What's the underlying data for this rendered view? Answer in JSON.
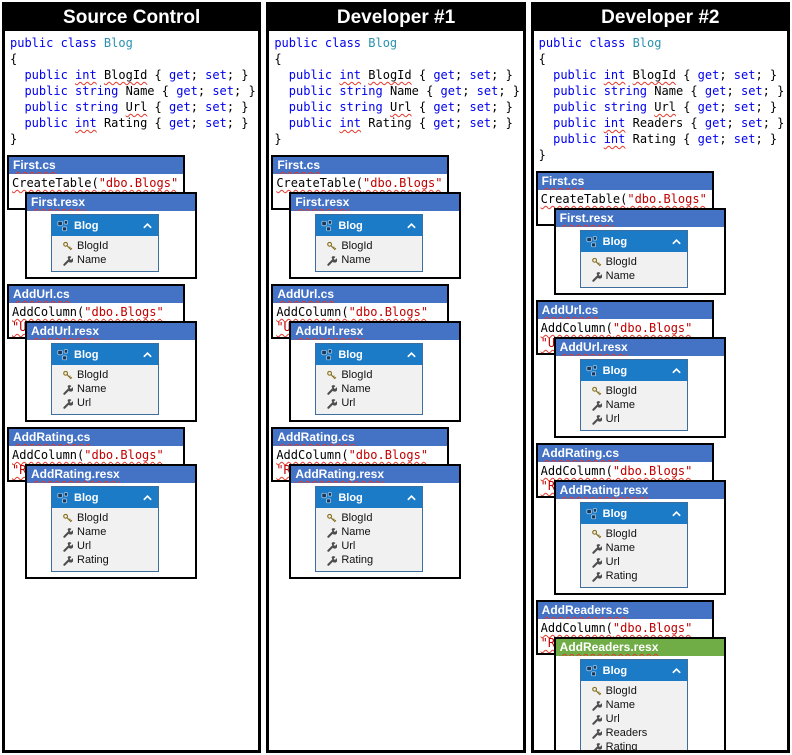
{
  "colors": {
    "header_bg": "#000000",
    "header_fg": "#ffffff",
    "window_bar_blue": "#4472c4",
    "window_bar_green": "#70ad47",
    "entity_header_blue": "#1b7bc7",
    "code_keyword": "#0000ee",
    "code_type": "#2b91af",
    "code_string": "#c00000",
    "squiggle": "#e5392b"
  },
  "icons": {
    "entity_header_icon": "entity-icon",
    "collapse_icon": "chevron-up-icon",
    "primary_key_icon": "key-icon",
    "property_icon": "wrench-icon"
  },
  "columns": [
    {
      "title": "Source Control",
      "code": [
        [
          {
            "s": "public class ",
            "c": "k"
          },
          {
            "s": "Blog",
            "c": "t"
          }
        ],
        [
          {
            "s": "{",
            "c": "p"
          }
        ],
        [
          {
            "s": "  public ",
            "c": "k"
          },
          {
            "s": "int",
            "c": "k w"
          },
          {
            "s": " ",
            "c": "p"
          },
          {
            "s": "BlogId",
            "c": "p w"
          },
          {
            "s": " { ",
            "c": "p"
          },
          {
            "s": "get",
            "c": "k"
          },
          {
            "s": "; ",
            "c": "p"
          },
          {
            "s": "set",
            "c": "k"
          },
          {
            "s": "; }",
            "c": "p"
          }
        ],
        [
          {
            "s": "  public ",
            "c": "k"
          },
          {
            "s": "string",
            "c": "k"
          },
          {
            "s": " Name { ",
            "c": "p"
          },
          {
            "s": "get",
            "c": "k"
          },
          {
            "s": "; ",
            "c": "p"
          },
          {
            "s": "set",
            "c": "k"
          },
          {
            "s": "; }",
            "c": "p"
          }
        ],
        [
          {
            "s": "  public ",
            "c": "k"
          },
          {
            "s": "string",
            "c": "k"
          },
          {
            "s": " ",
            "c": "p"
          },
          {
            "s": "Url",
            "c": "p w"
          },
          {
            "s": " { ",
            "c": "p"
          },
          {
            "s": "get",
            "c": "k"
          },
          {
            "s": "; ",
            "c": "p"
          },
          {
            "s": "set",
            "c": "k"
          },
          {
            "s": "; }",
            "c": "p"
          }
        ],
        [
          {
            "s": "  public ",
            "c": "k"
          },
          {
            "s": "int",
            "c": "k w"
          },
          {
            "s": " Rating { ",
            "c": "p"
          },
          {
            "s": "get",
            "c": "k"
          },
          {
            "s": "; ",
            "c": "p"
          },
          {
            "s": "set",
            "c": "k"
          },
          {
            "s": "; }",
            "c": "p"
          }
        ],
        [
          {
            "s": "}",
            "c": "p"
          }
        ]
      ],
      "migrations": [
        {
          "cs_file": "First.cs",
          "call": "CreateTable(",
          "arg": "\"dbo.Blogs\"",
          "line2": "",
          "resx_file": "First.resx",
          "resx_color": "blue",
          "entity": {
            "name": "Blog",
            "fields": [
              {
                "icon": "key",
                "name": "BlogId"
              },
              {
                "icon": "wrench",
                "name": "Name"
              }
            ]
          }
        },
        {
          "cs_file": "AddUrl.cs",
          "call": "AddColumn(",
          "arg": "\"dbo.Blogs\"",
          "line2": "\"U",
          "resx_file": "AddUrl.resx",
          "resx_color": "blue",
          "entity": {
            "name": "Blog",
            "fields": [
              {
                "icon": "key",
                "name": "BlogId"
              },
              {
                "icon": "wrench",
                "name": "Name"
              },
              {
                "icon": "wrench",
                "name": "Url"
              }
            ]
          }
        },
        {
          "cs_file": "AddRating.cs",
          "call": "AddColumn(",
          "arg": "\"dbo.Blogs\"",
          "line2": "\"R",
          "resx_file": "AddRating.resx",
          "resx_color": "blue",
          "entity": {
            "name": "Blog",
            "fields": [
              {
                "icon": "key",
                "name": "BlogId"
              },
              {
                "icon": "wrench",
                "name": "Name"
              },
              {
                "icon": "wrench",
                "name": "Url"
              },
              {
                "icon": "wrench",
                "name": "Rating"
              }
            ]
          }
        }
      ]
    },
    {
      "title": "Developer #1",
      "code": [
        [
          {
            "s": "public class ",
            "c": "k"
          },
          {
            "s": "Blog",
            "c": "t"
          }
        ],
        [
          {
            "s": "{",
            "c": "p"
          }
        ],
        [
          {
            "s": "  public ",
            "c": "k"
          },
          {
            "s": "int",
            "c": "k w"
          },
          {
            "s": " ",
            "c": "p"
          },
          {
            "s": "BlogId",
            "c": "p w"
          },
          {
            "s": " { ",
            "c": "p"
          },
          {
            "s": "get",
            "c": "k"
          },
          {
            "s": "; ",
            "c": "p"
          },
          {
            "s": "set",
            "c": "k"
          },
          {
            "s": "; }",
            "c": "p"
          }
        ],
        [
          {
            "s": "  public ",
            "c": "k"
          },
          {
            "s": "string",
            "c": "k"
          },
          {
            "s": " Name { ",
            "c": "p"
          },
          {
            "s": "get",
            "c": "k"
          },
          {
            "s": "; ",
            "c": "p"
          },
          {
            "s": "set",
            "c": "k"
          },
          {
            "s": "; }",
            "c": "p"
          }
        ],
        [
          {
            "s": "  public ",
            "c": "k"
          },
          {
            "s": "string",
            "c": "k"
          },
          {
            "s": " ",
            "c": "p"
          },
          {
            "s": "Url",
            "c": "p w"
          },
          {
            "s": " { ",
            "c": "p"
          },
          {
            "s": "get",
            "c": "k"
          },
          {
            "s": "; ",
            "c": "p"
          },
          {
            "s": "set",
            "c": "k"
          },
          {
            "s": "; }",
            "c": "p"
          }
        ],
        [
          {
            "s": "  public ",
            "c": "k"
          },
          {
            "s": "int",
            "c": "k w"
          },
          {
            "s": " Rating { ",
            "c": "p"
          },
          {
            "s": "get",
            "c": "k"
          },
          {
            "s": "; ",
            "c": "p"
          },
          {
            "s": "set",
            "c": "k"
          },
          {
            "s": "; }",
            "c": "p"
          }
        ],
        [
          {
            "s": "}",
            "c": "p"
          }
        ]
      ],
      "migrations": [
        {
          "cs_file": "First.cs",
          "call": "CreateTable(",
          "arg": "\"dbo.Blogs\"",
          "line2": "",
          "resx_file": "First.resx",
          "resx_color": "blue",
          "entity": {
            "name": "Blog",
            "fields": [
              {
                "icon": "key",
                "name": "BlogId"
              },
              {
                "icon": "wrench",
                "name": "Name"
              }
            ]
          }
        },
        {
          "cs_file": "AddUrl.cs",
          "call": "AddColumn(",
          "arg": "\"dbo.Blogs\"",
          "line2": "\"U",
          "resx_file": "AddUrl.resx",
          "resx_color": "blue",
          "entity": {
            "name": "Blog",
            "fields": [
              {
                "icon": "key",
                "name": "BlogId"
              },
              {
                "icon": "wrench",
                "name": "Name"
              },
              {
                "icon": "wrench",
                "name": "Url"
              }
            ]
          }
        },
        {
          "cs_file": "AddRating.cs",
          "call": "AddColumn(",
          "arg": "\"dbo.Blogs\"",
          "line2": "\"R",
          "resx_file": "AddRating.resx",
          "resx_color": "blue",
          "entity": {
            "name": "Blog",
            "fields": [
              {
                "icon": "key",
                "name": "BlogId"
              },
              {
                "icon": "wrench",
                "name": "Name"
              },
              {
                "icon": "wrench",
                "name": "Url"
              },
              {
                "icon": "wrench",
                "name": "Rating"
              }
            ]
          }
        }
      ]
    },
    {
      "title": "Developer #2",
      "code": [
        [
          {
            "s": "public class ",
            "c": "k"
          },
          {
            "s": "Blog",
            "c": "t"
          }
        ],
        [
          {
            "s": "{",
            "c": "p"
          }
        ],
        [
          {
            "s": "  public ",
            "c": "k"
          },
          {
            "s": "int",
            "c": "k w"
          },
          {
            "s": " ",
            "c": "p"
          },
          {
            "s": "BlogId",
            "c": "p w"
          },
          {
            "s": " { ",
            "c": "p"
          },
          {
            "s": "get",
            "c": "k"
          },
          {
            "s": "; ",
            "c": "p"
          },
          {
            "s": "set",
            "c": "k"
          },
          {
            "s": "; }",
            "c": "p"
          }
        ],
        [
          {
            "s": "  public ",
            "c": "k"
          },
          {
            "s": "string",
            "c": "k"
          },
          {
            "s": " Name { ",
            "c": "p"
          },
          {
            "s": "get",
            "c": "k"
          },
          {
            "s": "; ",
            "c": "p"
          },
          {
            "s": "set",
            "c": "k"
          },
          {
            "s": "; }",
            "c": "p"
          }
        ],
        [
          {
            "s": "  public ",
            "c": "k"
          },
          {
            "s": "string",
            "c": "k"
          },
          {
            "s": " ",
            "c": "p"
          },
          {
            "s": "Url",
            "c": "p w"
          },
          {
            "s": " { ",
            "c": "p"
          },
          {
            "s": "get",
            "c": "k"
          },
          {
            "s": "; ",
            "c": "p"
          },
          {
            "s": "set",
            "c": "k"
          },
          {
            "s": "; }",
            "c": "p"
          }
        ],
        [
          {
            "s": "  public ",
            "c": "k"
          },
          {
            "s": "int",
            "c": "k w"
          },
          {
            "s": " Readers { ",
            "c": "p"
          },
          {
            "s": "get",
            "c": "k"
          },
          {
            "s": "; ",
            "c": "p"
          },
          {
            "s": "set",
            "c": "k"
          },
          {
            "s": "; }",
            "c": "p"
          }
        ],
        [
          {
            "s": "  public ",
            "c": "k"
          },
          {
            "s": "int",
            "c": "k w"
          },
          {
            "s": " Rating { ",
            "c": "p"
          },
          {
            "s": "get",
            "c": "k"
          },
          {
            "s": "; ",
            "c": "p"
          },
          {
            "s": "set",
            "c": "k"
          },
          {
            "s": "; }",
            "c": "p"
          }
        ],
        [
          {
            "s": "}",
            "c": "p"
          }
        ]
      ],
      "migrations": [
        {
          "cs_file": "First.cs",
          "call": "CreateTable(",
          "arg": "\"dbo.Blogs\"",
          "line2": "",
          "resx_file": "First.resx",
          "resx_color": "blue",
          "entity": {
            "name": "Blog",
            "fields": [
              {
                "icon": "key",
                "name": "BlogId"
              },
              {
                "icon": "wrench",
                "name": "Name"
              }
            ]
          }
        },
        {
          "cs_file": "AddUrl.cs",
          "call": "AddColumn(",
          "arg": "\"dbo.Blogs\"",
          "line2": "\"U",
          "resx_file": "AddUrl.resx",
          "resx_color": "blue",
          "entity": {
            "name": "Blog",
            "fields": [
              {
                "icon": "key",
                "name": "BlogId"
              },
              {
                "icon": "wrench",
                "name": "Name"
              },
              {
                "icon": "wrench",
                "name": "Url"
              }
            ]
          }
        },
        {
          "cs_file": "AddRating.cs",
          "call": "AddColumn(",
          "arg": "\"dbo.Blogs\"",
          "line2": "\"R",
          "resx_file": "AddRating.resx",
          "resx_color": "blue",
          "entity": {
            "name": "Blog",
            "fields": [
              {
                "icon": "key",
                "name": "BlogId"
              },
              {
                "icon": "wrench",
                "name": "Name"
              },
              {
                "icon": "wrench",
                "name": "Url"
              },
              {
                "icon": "wrench",
                "name": "Rating"
              }
            ]
          }
        },
        {
          "cs_file": "AddReaders.cs",
          "call": "AddColumn(",
          "arg": "\"dbo.Blogs\"",
          "line2": "\"R",
          "resx_file": "AddReaders.resx",
          "resx_color": "green",
          "entity": {
            "name": "Blog",
            "fields": [
              {
                "icon": "key",
                "name": "BlogId"
              },
              {
                "icon": "wrench",
                "name": "Name"
              },
              {
                "icon": "wrench",
                "name": "Url"
              },
              {
                "icon": "wrench",
                "name": "Readers"
              },
              {
                "icon": "wrench",
                "name": "Rating"
              }
            ]
          }
        }
      ]
    }
  ]
}
